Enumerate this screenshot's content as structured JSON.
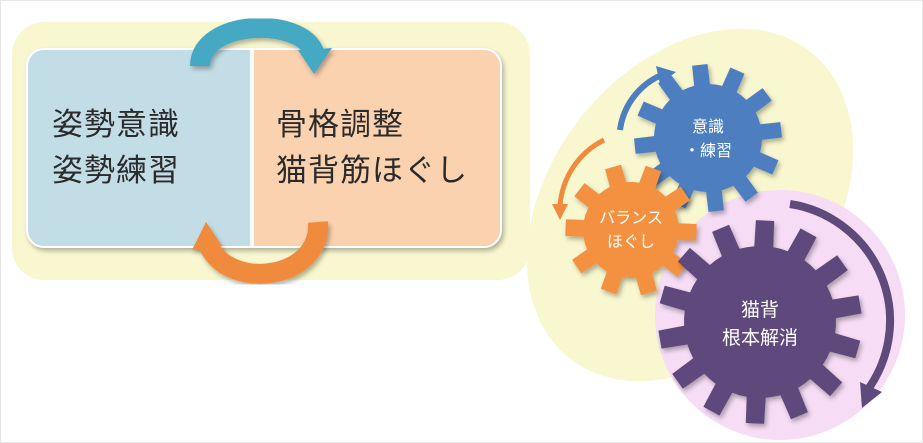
{
  "left_box": {
    "line1": "姿勢意識",
    "line2": "姿勢練習"
  },
  "right_box": {
    "line1": "骨格調整",
    "line2": "猫背筋ほぐし"
  },
  "gears": {
    "blue": {
      "line1": "意識",
      "line2": "・練習"
    },
    "orange": {
      "line1": "バランス",
      "line2": "ほぐし"
    },
    "purple": {
      "line1": "猫背",
      "line2": "根本解消"
    }
  },
  "colors": {
    "arrow_teal": "#45a9c4",
    "arrow_orange": "#f08a3c",
    "gear_blue": "#4d7fc0",
    "gear_orange": "#f3913f",
    "gear_purple": "#5e4a7b",
    "panel_yellow": "#f8f7cf",
    "panel_pink": "#f6dcf4"
  }
}
